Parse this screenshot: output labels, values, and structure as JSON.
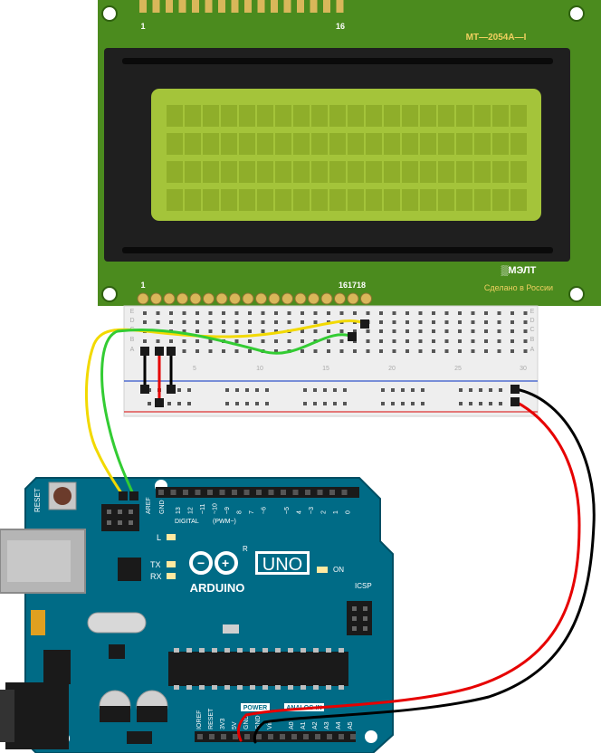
{
  "lcd": {
    "model": "MT—2054A—I",
    "brand": "▒MЭЛТ",
    "made_in": "Сделано в России",
    "top_pin_first": "1",
    "top_pin_last": "16",
    "bottom_pin_first": "1",
    "bottom_pin_last": "161718"
  },
  "breadboard": {
    "row_labels": [
      "E",
      "D",
      "C",
      "B",
      "A"
    ],
    "column_numbers": [
      "5",
      "10",
      "15",
      "20",
      "25",
      "30"
    ]
  },
  "arduino": {
    "uno": "UNO",
    "brand": "ARDUINO",
    "reset": "RESET",
    "aref": "AREF",
    "gnd_top": "GND",
    "digital_pins": [
      "13",
      "12",
      "~11",
      "~10",
      "~9",
      "8",
      "7",
      "~6",
      "~5",
      "4",
      "~3",
      "2",
      "1",
      "0"
    ],
    "digital_label": "DIGITAL",
    "pwm_label": "(PWM~)",
    "led_l": "L",
    "led_tx": "TX",
    "led_rx": "RX",
    "on": "ON",
    "icsp": "ICSP",
    "power_label": "POWER",
    "analog_label": "ANALOG IN",
    "power_pins": [
      "IOREF",
      "RESET",
      "3V3",
      "5V",
      "GND",
      "GND",
      "Vin"
    ],
    "analog_pins": [
      "A0",
      "A1",
      "A2",
      "A3",
      "A4",
      "A5"
    ],
    "registered": "R"
  },
  "colors": {
    "lcd_pcb": "#4b8b1e",
    "lcd_bezel": "#1f1f1f",
    "lcd_screen": "#a4c43a",
    "arduino_board": "#006b86",
    "wire_yellow": "#f2d900",
    "wire_green": "#33cc33",
    "wire_red": "#e60000",
    "wire_black": "#000000"
  }
}
